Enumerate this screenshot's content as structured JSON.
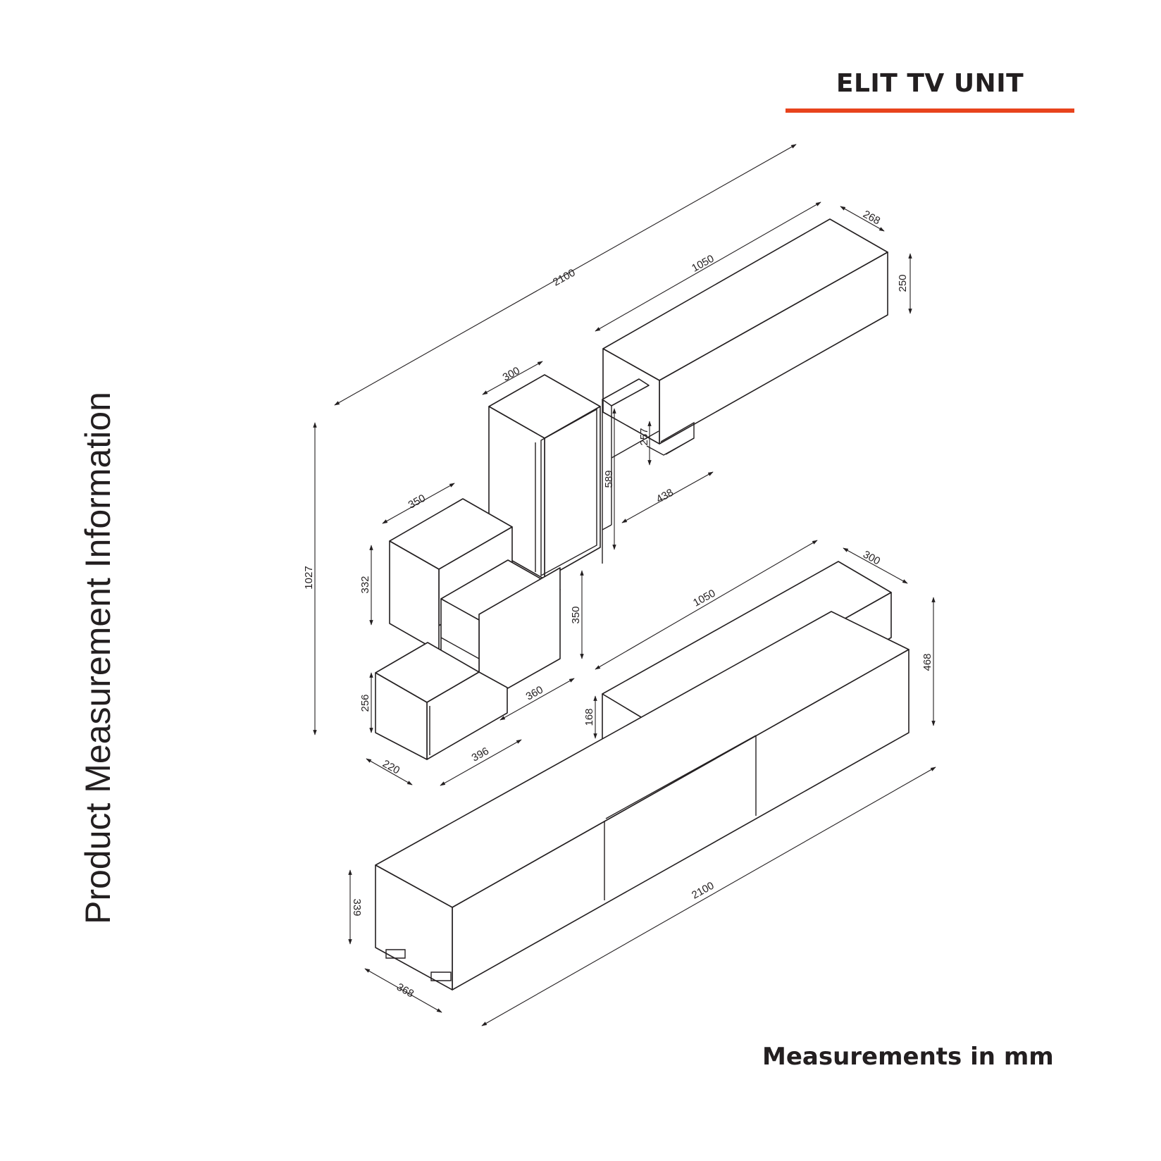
{
  "header": {
    "title": "ELIT TV UNIT",
    "accent_color": "#e8431c"
  },
  "side_label": "Product Measurement Information",
  "footnote": "Measurements in mm",
  "dimensions": {
    "wall_unit_width": "2100",
    "wall_unit_height": "1027",
    "top_cabinet_width": "1050",
    "top_cabinet_depth": "268",
    "top_cabinet_height": "250",
    "tall_shelf_width": "300",
    "tall_shelf_height": "589",
    "under_shelf_height": "257",
    "under_shelf_width": "438",
    "mid_cube_width": "350",
    "mid_cube_height": "332",
    "center_cube_height": "350",
    "center_cube_width": "360",
    "low_cube_height": "256",
    "low_cube_depth": "220",
    "low_cube_width": "396",
    "tv_stand_top_width": "1050",
    "tv_stand_top_depth": "300",
    "tv_stand_total_height": "468",
    "tv_stand_top_height": "168",
    "tv_stand_width": "2100",
    "tv_stand_height": "339",
    "tv_stand_depth": "368"
  }
}
